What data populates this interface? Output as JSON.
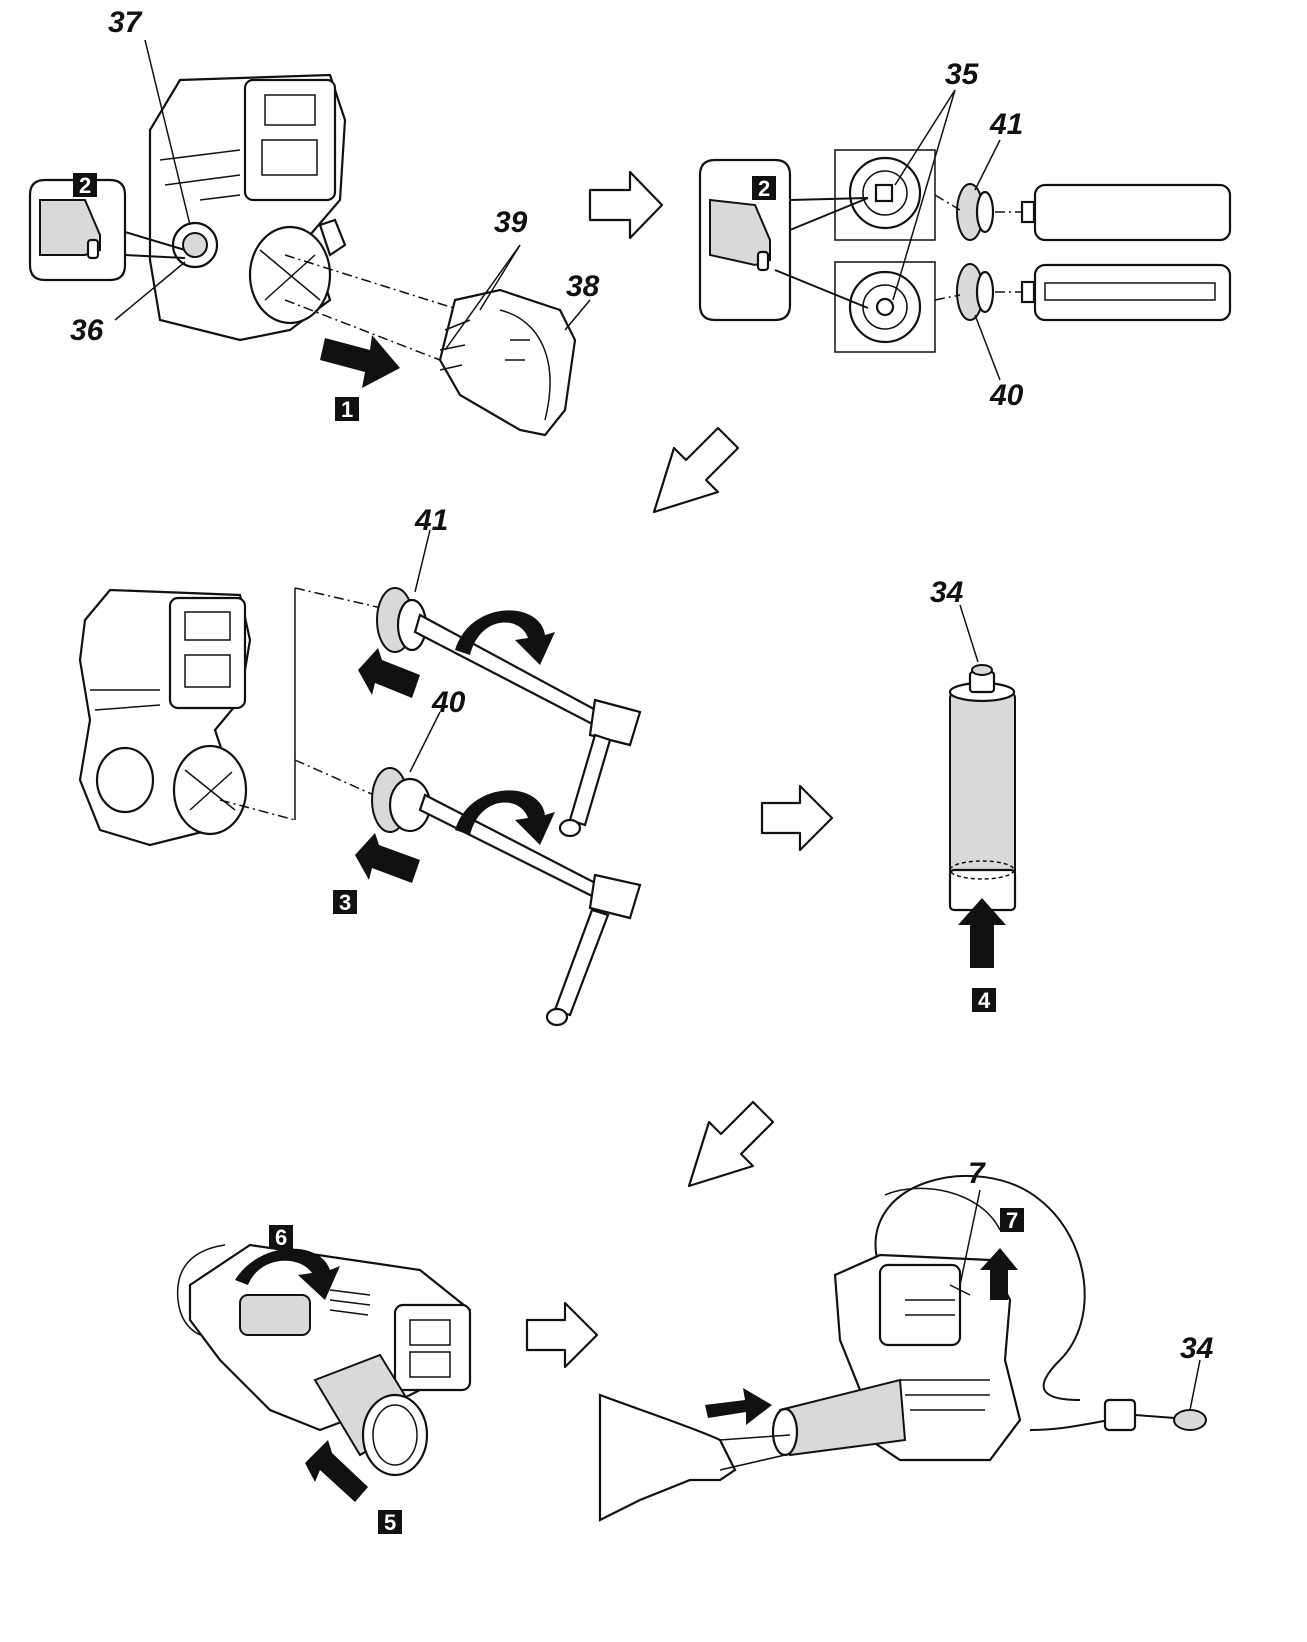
{
  "callouts": {
    "c37": "37",
    "c36": "36",
    "c39": "39",
    "c38": "38",
    "c35": "35",
    "c41a": "41",
    "c40a": "40",
    "c41b": "41",
    "c40b": "40",
    "c34a": "34",
    "c7": "7",
    "c34b": "34"
  },
  "steps": {
    "s1": "1",
    "s2a": "2",
    "s2b": "2",
    "s3": "3",
    "s4": "4",
    "s5": "5",
    "s6": "6",
    "s7": "7"
  },
  "icons": [
    "grease-tube-icon",
    "push-arrow-icon",
    "rotate-arrow-icon",
    "flow-arrow-icon"
  ]
}
